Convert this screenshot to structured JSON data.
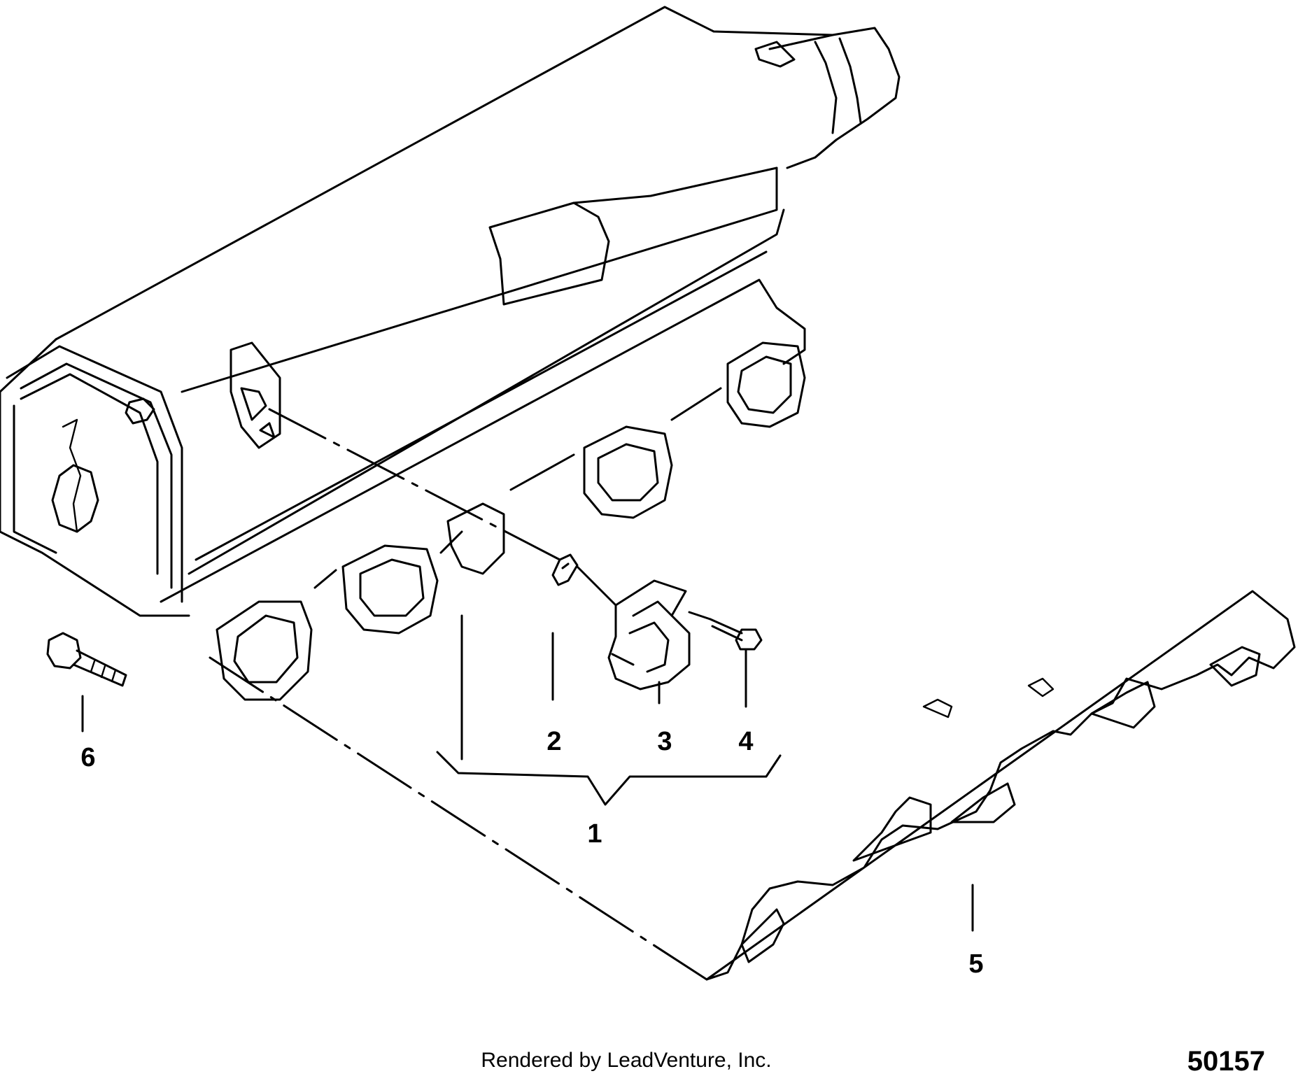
{
  "callouts": [
    {
      "id": "1",
      "label": "1"
    },
    {
      "id": "2",
      "label": "2"
    },
    {
      "id": "3",
      "label": "3"
    },
    {
      "id": "4",
      "label": "4"
    },
    {
      "id": "5",
      "label": "5"
    },
    {
      "id": "6",
      "label": "6"
    }
  ],
  "footer": {
    "credit": "Rendered by LeadVenture, Inc.",
    "figure_number": "50157"
  }
}
